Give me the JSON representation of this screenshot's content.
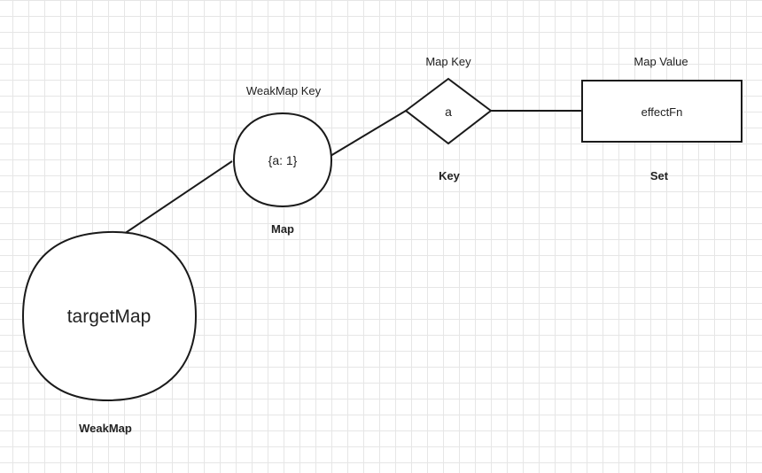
{
  "nodes": {
    "target_map": {
      "label": "targetMap",
      "caption": "WeakMap"
    },
    "object": {
      "label": "{a: 1}",
      "top_label": "WeakMap Key",
      "caption": "Map"
    },
    "key": {
      "label": "a",
      "top_label": "Map Key",
      "caption": "Key"
    },
    "effect": {
      "label": "effectFn",
      "top_label": "Map Value",
      "caption": "Set"
    }
  },
  "colors": {
    "stroke": "#1a1a1a",
    "fill": "#ffffff",
    "grid": "#e6e6e6",
    "text": "#222222"
  }
}
